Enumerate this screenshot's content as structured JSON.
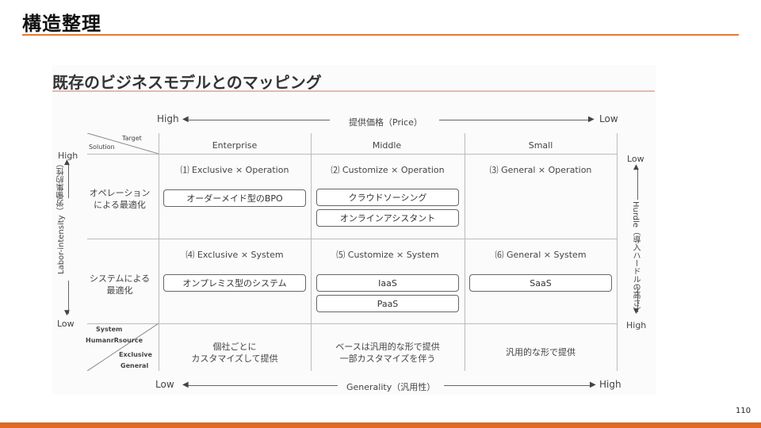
{
  "header": {
    "title": "構造整理",
    "page_number": "110"
  },
  "figure": {
    "title": "既存のビジネスモデルとのマッピング",
    "top_axis": {
      "left": "High",
      "label": "提供価格（Price）",
      "right": "Low"
    },
    "bottom_axis": {
      "left": "Low",
      "label": "Generality（汎用性）",
      "right": "High"
    },
    "left_axis": {
      "top": "High",
      "label": "Labor-intensity（労働集約性）",
      "bottom": "Low"
    },
    "right_axis": {
      "top": "Low",
      "label": "Hurdle（導入ハードルの高さ）",
      "bottom": "High"
    },
    "corner_top": {
      "target": "Target",
      "solution": "Solution"
    },
    "corner_bottom": {
      "system": "System",
      "human": "HumanrRsource",
      "exclusive": "Exclusive",
      "general": "General"
    },
    "columns": [
      "Enterprise",
      "Middle",
      "Small"
    ],
    "rows": [
      {
        "label": "オペレーション\nによる最適化",
        "cells": [
          {
            "heading": "⑴ Exclusive × Operation",
            "boxes": [
              "オーダーメイド型のBPO"
            ]
          },
          {
            "heading": "⑵ Customize × Operation",
            "boxes": [
              "クラウドソーシング",
              "オンラインアシスタント"
            ]
          },
          {
            "heading": "⑶ General × Operation",
            "boxes": []
          }
        ]
      },
      {
        "label": "システムによる\n最適化",
        "cells": [
          {
            "heading": "⑷ Exclusive × System",
            "boxes": [
              "オンプレミス型のシステム"
            ]
          },
          {
            "heading": "⑸ Customize  × System",
            "boxes": [
              "IaaS",
              "PaaS"
            ]
          },
          {
            "heading": "⑹ General × System",
            "boxes": [
              "SaaS"
            ]
          }
        ]
      }
    ],
    "footer_row": [
      "個社ごとに\nカスタマイズして提供",
      "ベースは汎用的な形で提供\n一部カスタマイズを伴う",
      "汎用的な形で提供"
    ]
  }
}
